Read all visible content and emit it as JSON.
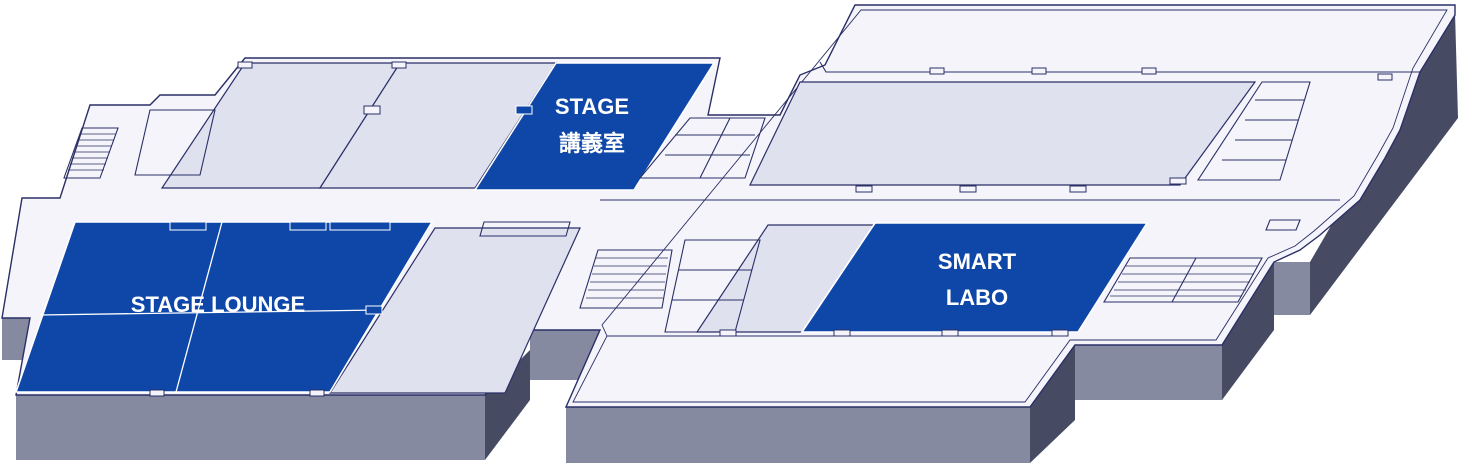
{
  "rooms": {
    "stage_room": {
      "line1": "STAGE",
      "line2": "講義室"
    },
    "stage_lounge": {
      "label": "STAGE LOUNGE"
    },
    "smart_labo": {
      "line1": "SMART",
      "line2": "LABO"
    }
  },
  "colors": {
    "highlight_room": "#0f47a8",
    "plain_room": "#dfe1ef",
    "floor": "#f4f4fa",
    "outline": "#2a2f66",
    "slab_side": "#858aa0",
    "slab_side_dark": "#464b63",
    "label_text": "#ffffff"
  }
}
